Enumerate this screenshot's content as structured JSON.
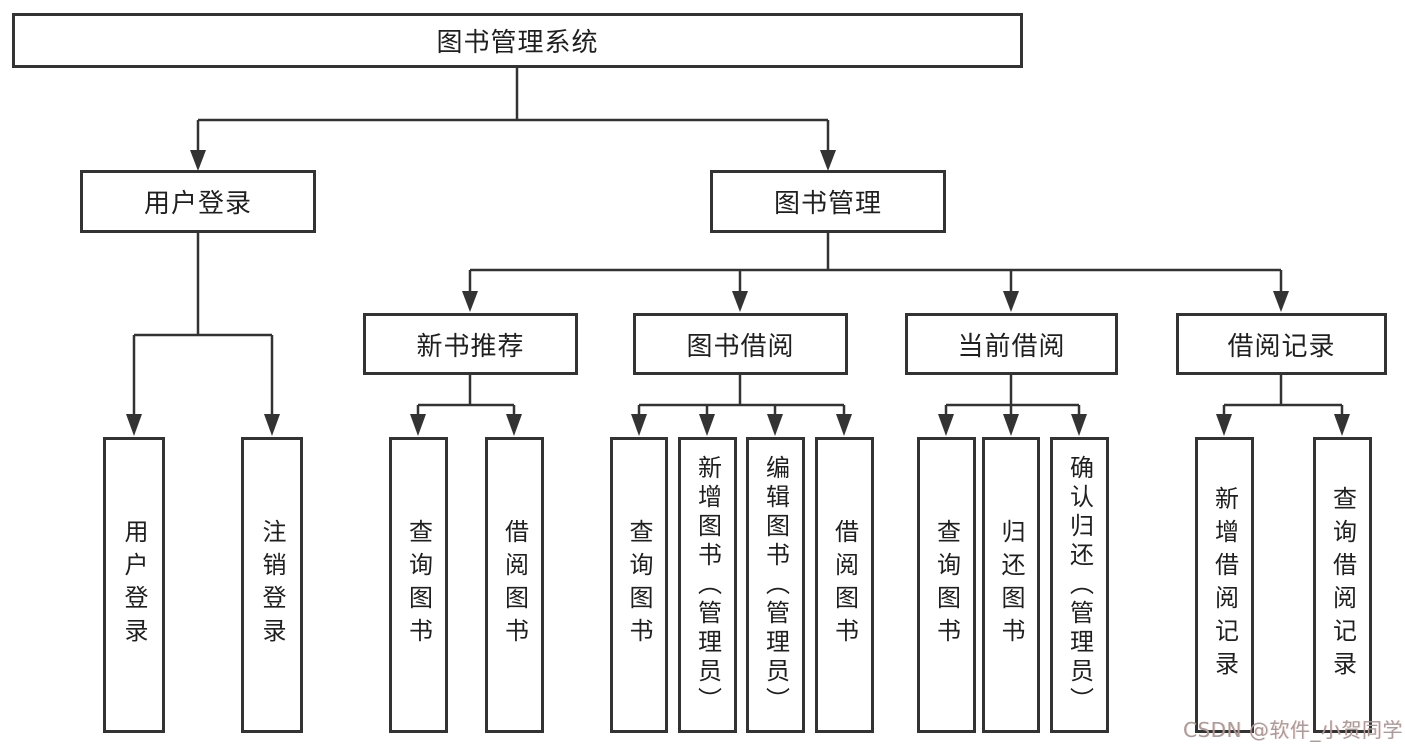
{
  "tree": {
    "label": "图书管理系统",
    "children": [
      {
        "label": "用户登录",
        "children": [
          {
            "label": "用户登录"
          },
          {
            "label": "注销登录"
          }
        ]
      },
      {
        "label": "图书管理",
        "children": [
          {
            "label": "新书推荐",
            "children": [
              {
                "label": "查询图书"
              },
              {
                "label": "借阅图书"
              }
            ]
          },
          {
            "label": "图书借阅",
            "children": [
              {
                "label": "查询图书"
              },
              {
                "label": "新增图书（管理员）"
              },
              {
                "label": "编辑图书（管理员）"
              },
              {
                "label": "借阅图书"
              }
            ]
          },
          {
            "label": "当前借阅",
            "children": [
              {
                "label": "查询图书"
              },
              {
                "label": "归还图书"
              },
              {
                "label": "确认归还（管理员）"
              }
            ]
          },
          {
            "label": "借阅记录",
            "children": [
              {
                "label": "新增借阅记录"
              },
              {
                "label": "查询借阅记录"
              }
            ]
          }
        ]
      }
    ]
  },
  "watermark": {
    "text": "CSDN @软件_小贺同学"
  },
  "colors": {
    "line": "#333333",
    "text": "#1f1f1f",
    "bg": "#ffffff",
    "watermark": "#a89c9c"
  }
}
